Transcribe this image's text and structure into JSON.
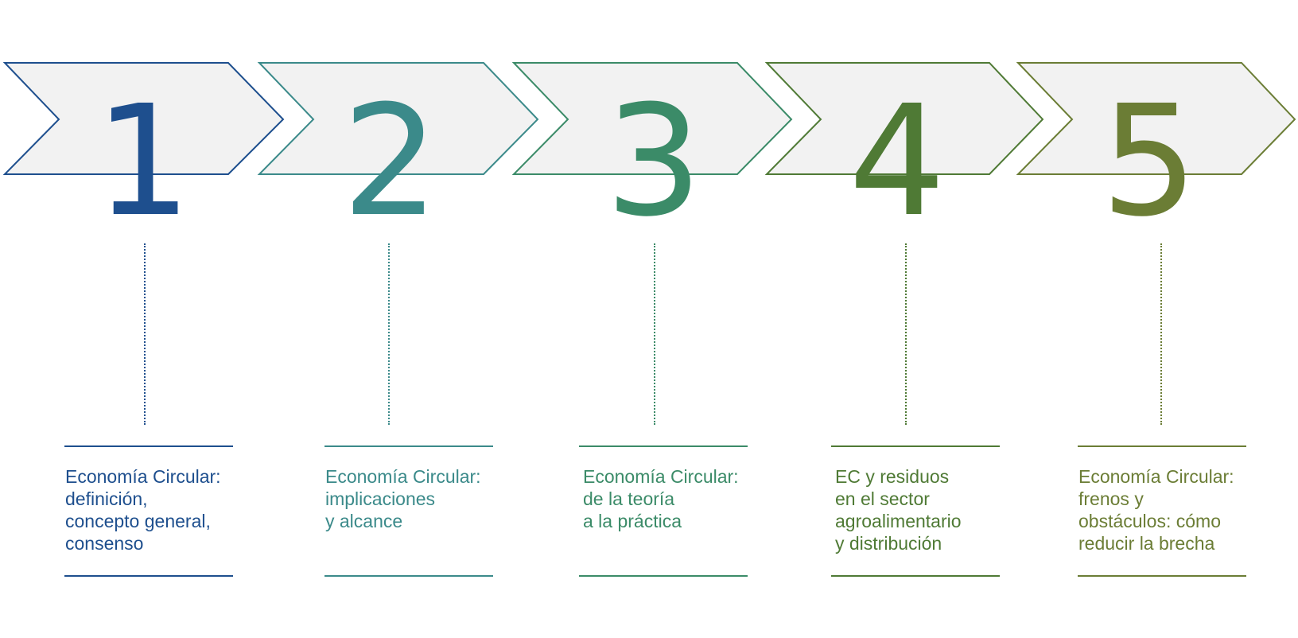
{
  "steps": [
    {
      "number": "1",
      "color": "#1e4f8e",
      "lines": [
        "Economía Circular:",
        "definición,",
        "concepto general,",
        "consenso"
      ]
    },
    {
      "number": "2",
      "color": "#3b8a8a",
      "lines": [
        "Economía Circular:",
        "implicaciones",
        "y alcance"
      ]
    },
    {
      "number": "3",
      "color": "#3b8b68",
      "lines": [
        "Economía Circular:",
        "de la teoría",
        "a la práctica"
      ]
    },
    {
      "number": "4",
      "color": "#4f7a35",
      "lines": [
        "EC y residuos",
        "en el sector",
        "agroalimentario",
        "y distribución"
      ]
    },
    {
      "number": "5",
      "color": "#6b7d35",
      "lines": [
        "Economía Circular:",
        "frenos y",
        "obstáculos: cómo",
        "reducir la brecha"
      ]
    }
  ],
  "chevron_fill": "#f2f2f2"
}
